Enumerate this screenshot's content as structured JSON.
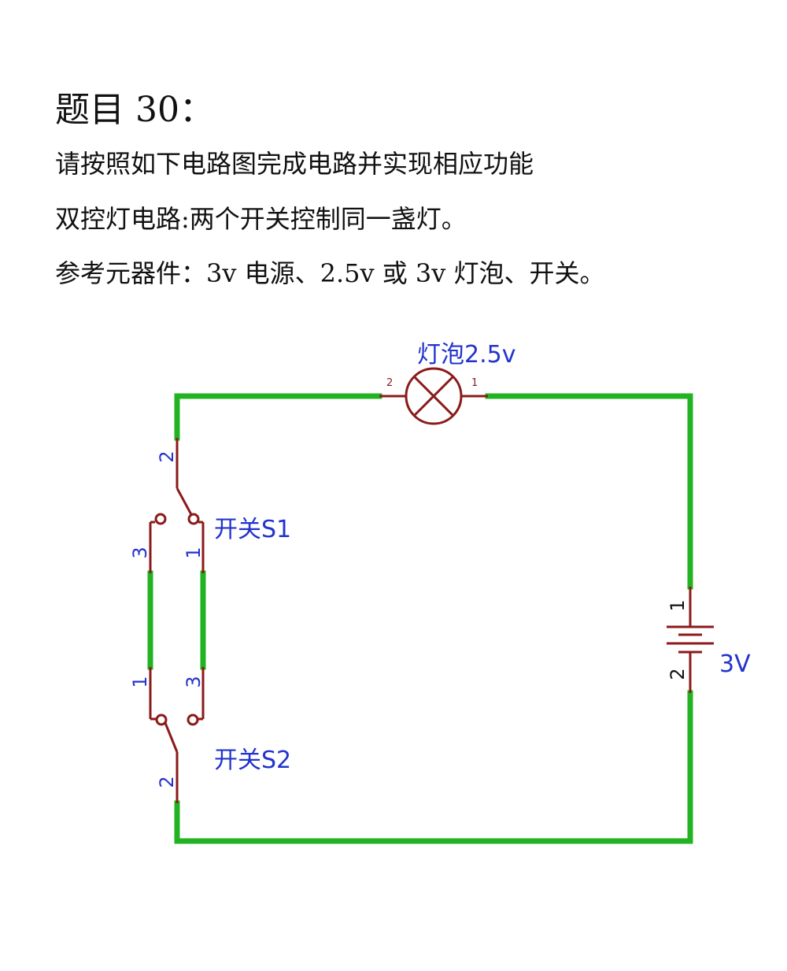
{
  "heading": "题目 30：",
  "instructions": [
    "请按照如下电路图完成电路并实现相应功能",
    "双控灯电路:两个开关控制同一盏灯。",
    "参考元器件：3v 电源、2.5v 或 3v 灯泡、开关。"
  ],
  "diagram": {
    "lamp": {
      "label": "灯泡2.5v",
      "pin_left": "2",
      "pin_right": "1"
    },
    "switch1": {
      "label": "开关S1",
      "pin_common": "2",
      "pin_left": "3",
      "pin_right": "1"
    },
    "switch2": {
      "label": "开关S2",
      "pin_common": "2",
      "pin_left": "1",
      "pin_right": "3"
    },
    "battery": {
      "label": "3V",
      "pin_top": "1",
      "pin_bottom": "2"
    },
    "colors": {
      "wire": "#22b322",
      "component": "#8b1a1a",
      "label": "#2233cc"
    }
  }
}
